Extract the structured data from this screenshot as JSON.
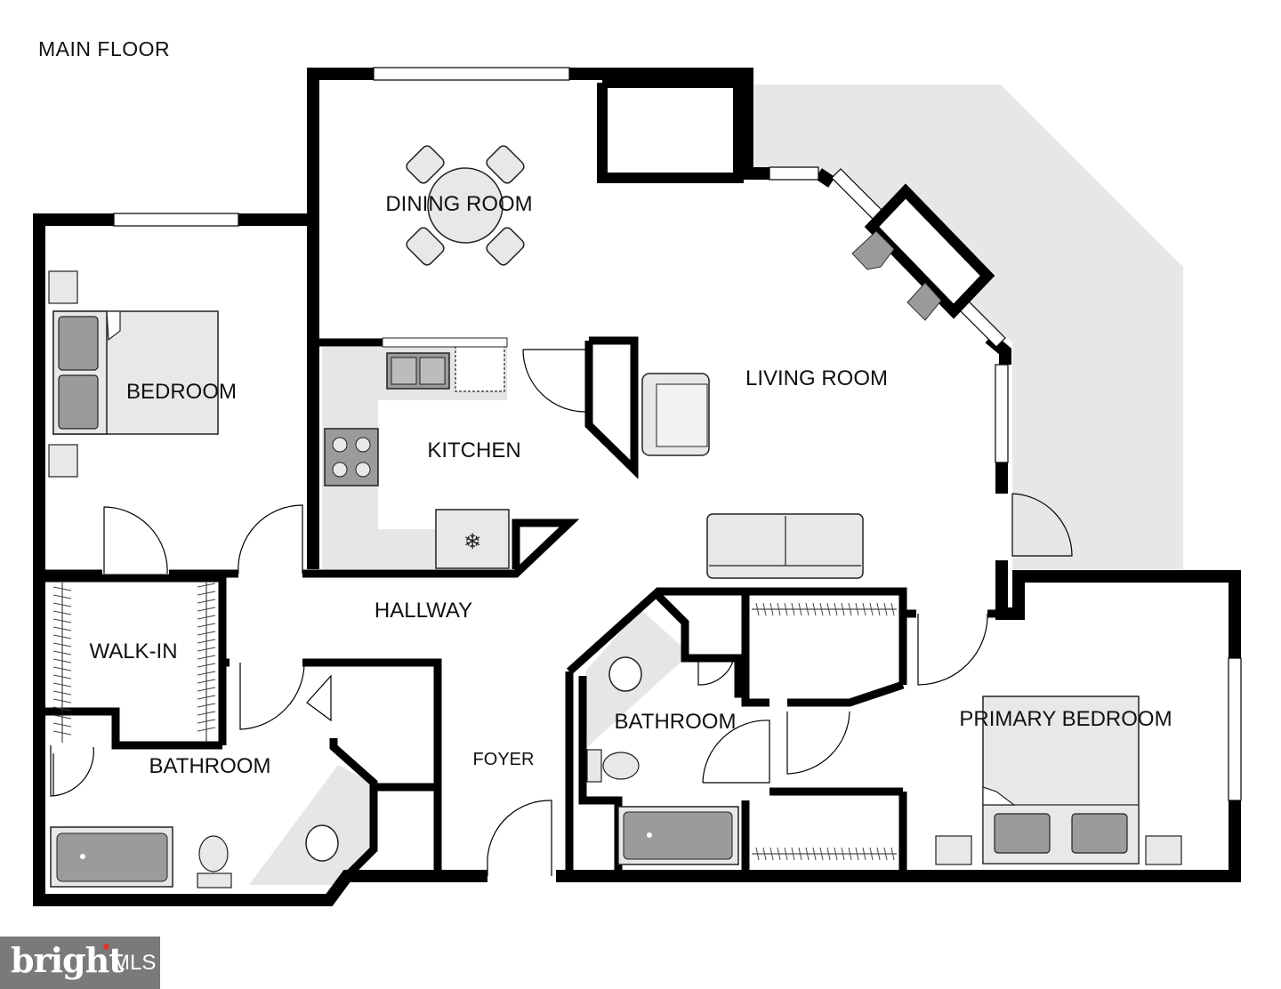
{
  "floor_title": "MAIN FLOOR",
  "rooms": {
    "dining_room": "DINING ROOM",
    "living_room": "LIVING ROOM",
    "kitchen": "KITCHEN",
    "bedroom": "BEDROOM",
    "walk_in": "WALK-IN",
    "hallway": "HALLWAY",
    "bathroom_left": "BATHROOM",
    "bathroom_right": "BATHROOM",
    "foyer": "FOYER",
    "primary_bedroom": "PRIMARY BEDROOM"
  },
  "watermark": {
    "brand": "bright",
    "suffix": "MLS"
  },
  "colors": {
    "wall": "#000000",
    "outdoor": "#e6e7e7",
    "fixture": "#e8e8e8",
    "fixture_dark": "#9b9b9b",
    "watermark_bg": "#7a7a7a",
    "watermark_accent": "#d9362b"
  }
}
